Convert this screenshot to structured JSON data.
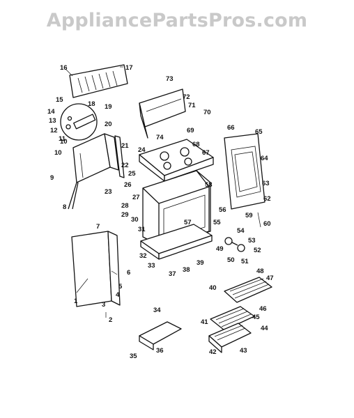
{
  "watermark": "AppliancePartsPros.com",
  "callouts": [
    "1",
    "2",
    "3",
    "4",
    "5",
    "6",
    "7",
    "8",
    "9",
    "10",
    "10",
    "11",
    "12",
    "13",
    "14",
    "15",
    "16",
    "17",
    "18",
    "19",
    "20",
    "21",
    "22",
    "23",
    "24",
    "25",
    "26",
    "27",
    "28",
    "29",
    "30",
    "31",
    "32",
    "33",
    "34",
    "35",
    "36",
    "37",
    "38",
    "39",
    "40",
    "41",
    "42",
    "43",
    "44",
    "45",
    "46",
    "47",
    "48",
    "49",
    "50",
    "51",
    "52",
    "53",
    "54",
    "55",
    "56",
    "57",
    "58",
    "59",
    "60",
    "62",
    "63",
    "64",
    "65",
    "66",
    "67",
    "68",
    "69",
    "70",
    "71",
    "72",
    "73",
    "74"
  ]
}
